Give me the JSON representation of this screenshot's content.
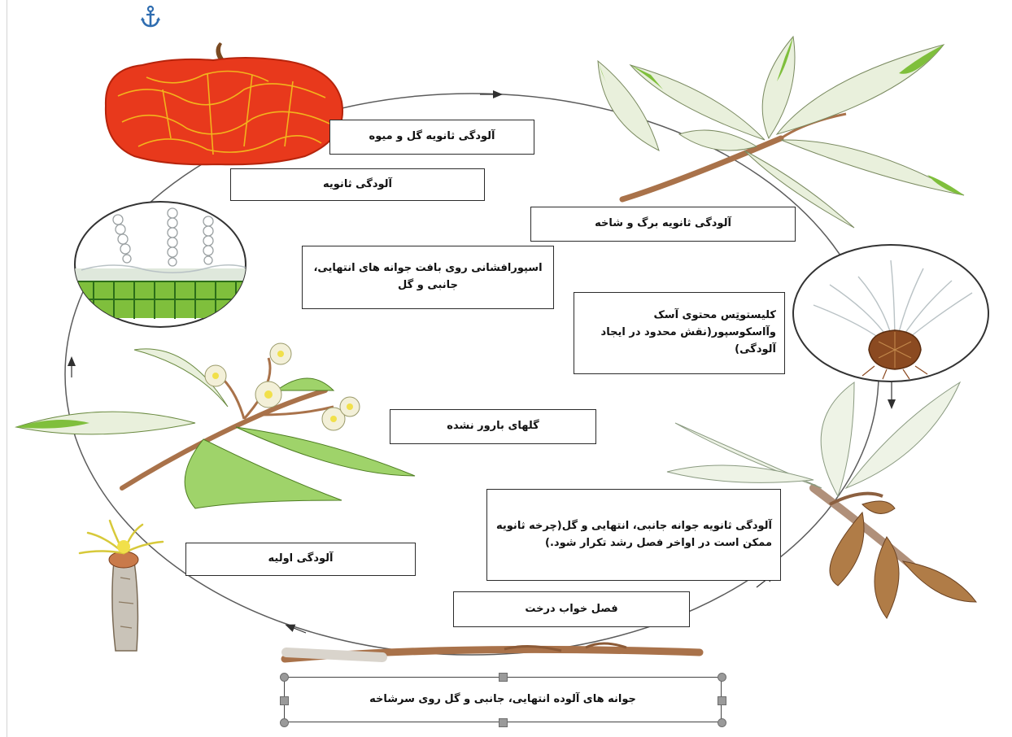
{
  "toolbar": {
    "anchor_icon": "anchor-icon"
  },
  "labels": {
    "secondary_flower_fruit": "آلودگی ثانویه گل و میوه",
    "secondary": "آلودگی ثانویه",
    "secondary_leaf_branch": "آلودگی ثانویه برگ و شاخه",
    "sporulation": "اسپورافشانی روی بافت جوانه های انتهایی، جانبی و گل",
    "cleistothecium": "کلیستوتِس محتوی آسک وآاسکوسپور(نقش محدود در ایجاد آلودگی)",
    "unfertilized_flowers": "گلهای بارور نشده",
    "secondary_bud": "آلودگی ثانویه جوانه جانبی، انتهایی و گل(چرخه ثانویه ممکن است در اواخر فصل رشد تکرار شود.)",
    "primary": "آلودگی اولیه",
    "dormant_season": "فصل خواب درخت",
    "infected_buds": "جوانه های آلوده انتهایی، جانبی و گل روی سرشاخه"
  },
  "colors": {
    "fruit": "#e8391c",
    "fruit_veins": "#f4c21c",
    "leaf_green": "#7fbf3c",
    "leaf_pale": "#e9f0dc",
    "branch": "#a9724a",
    "dry_leaf": "#b07c47",
    "mycelium": "#b9c2c5",
    "cleistothecium": "#8b4a21",
    "flower_yellow": "#f1e04a",
    "cycle_line": "#5c5c5c",
    "anchor": "#2f6db0"
  }
}
